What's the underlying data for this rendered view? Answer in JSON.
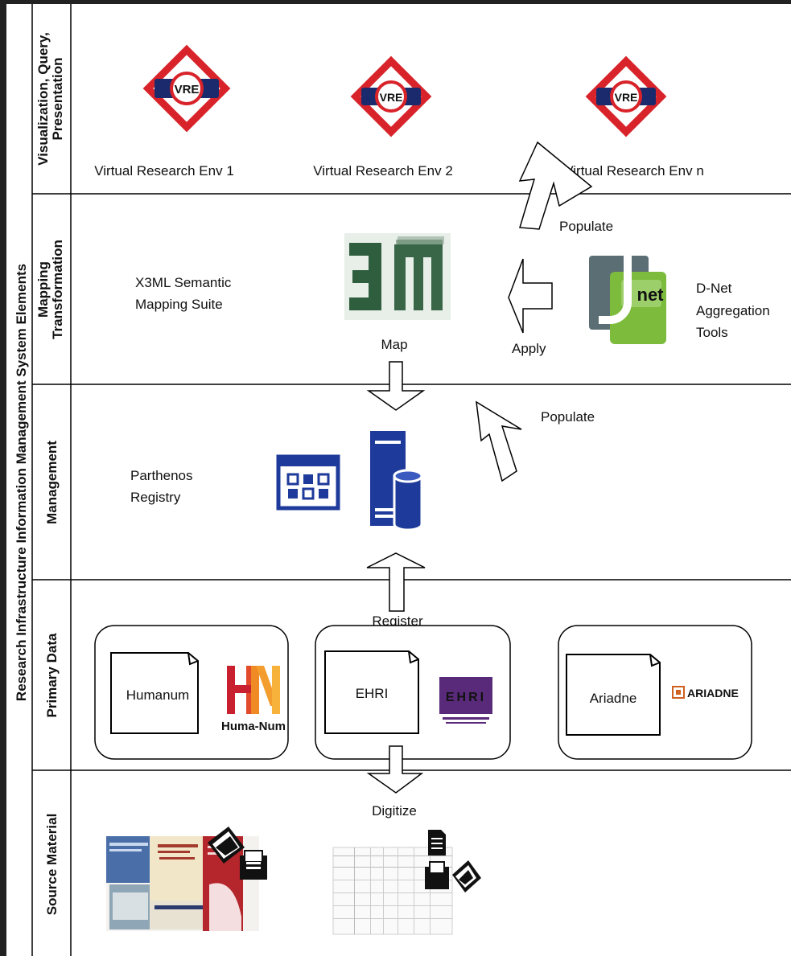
{
  "outer_label": "Research Infrastructure Information Management System Elements",
  "bands": [
    {
      "id": "viz",
      "label_line1": "Visualization, Query,",
      "label_line2": "Presentation"
    },
    {
      "id": "map",
      "label_line1": "Mapping",
      "label_line2": "Transformation"
    },
    {
      "id": "mgmt",
      "label_line1": "Management",
      "label_line2": ""
    },
    {
      "id": "primary",
      "label_line1": "Primary Data",
      "label_line2": ""
    },
    {
      "id": "source",
      "label_line1": "Source Material",
      "label_line2": ""
    }
  ],
  "vre": {
    "logo_text": "VRE",
    "envs": [
      "Virtual Research Env 1",
      "Virtual Research Env 2",
      "Virtual Research Env n"
    ]
  },
  "mapping": {
    "x3ml_line1": "X3ML Semantic",
    "x3ml_line2": "Mapping Suite",
    "map_label": "Map",
    "apply_label": "Apply",
    "populate_top": "Populate",
    "dnet_logo_text": "net",
    "dnet_line1": "D-Net",
    "dnet_line2": "Aggregation",
    "dnet_line3": "Tools"
  },
  "management": {
    "registry_line1": "Parthenos",
    "registry_line2": "Registry",
    "populate_label": "Populate"
  },
  "primary": {
    "register_label": "Register",
    "humanum": "Humanum",
    "humanum_logo": "HN",
    "humanum_logo_text": "Huma-Num",
    "ehri": "EHRI",
    "ehri_logo": "EHRI",
    "ariadne": "Ariadne",
    "ariadne_logo": "ARIADNE"
  },
  "source": {
    "digitize_label": "Digitize"
  },
  "colors": {
    "vre_red": "#d8232a",
    "vre_navy": "#1a2a6c",
    "registry_blue": "#1e3a9a",
    "dnet_gray": "#5a6e74",
    "dnet_green": "#7dbb3c",
    "x3m_green": "#2e5e3e",
    "hn_red": "#c8202f",
    "hn_orange": "#f08a24",
    "ehri_purple": "#5a2a7a",
    "ariadne_orange": "#d06020"
  }
}
